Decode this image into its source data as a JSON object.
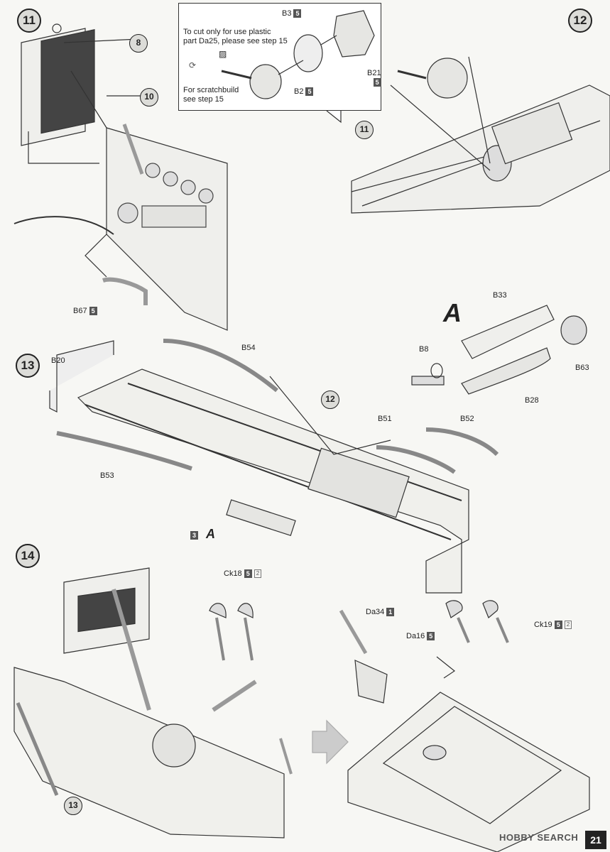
{
  "steps": {
    "s11": "11",
    "s12": "12",
    "s13": "13",
    "s14": "14"
  },
  "step11": {
    "ref8": "8",
    "ref10": "10",
    "b67": "B67",
    "b67_badge": "5"
  },
  "callout": {
    "b3": "B3",
    "b3_badge": "5",
    "cut_note_1": "To cut only for use plastic",
    "cut_note_2": "part Da25, please see step 15",
    "scratch_note_1": "For scratchbuild",
    "scratch_note_2": "see step 15",
    "b21": "B21",
    "b21_badge": "5",
    "b2": "B2",
    "b2_badge": "5"
  },
  "step12": {
    "ref11": "11"
  },
  "subassembly_a": {
    "letter": "A",
    "b33": "B33",
    "b8": "B8",
    "b63": "B63",
    "b28": "B28"
  },
  "step13": {
    "b20": "B20",
    "b54": "B54",
    "ref12": "12",
    "b51": "B51",
    "b52": "B52",
    "b53": "B53",
    "a_badge": "3",
    "a_letter": "A"
  },
  "step14": {
    "ck18": "Ck18",
    "ck18_badge": "5",
    "ck18_mult": "2",
    "da34": "Da34",
    "da34_badge": "1",
    "ck19": "Ck19",
    "ck19_badge": "5",
    "ck19_mult": "2",
    "da16": "Da16",
    "da16_badge": "5",
    "ref13": "13"
  },
  "footer": {
    "watermark_a": "HOBBY ",
    "watermark_b": "SEARCH",
    "page": "21"
  }
}
